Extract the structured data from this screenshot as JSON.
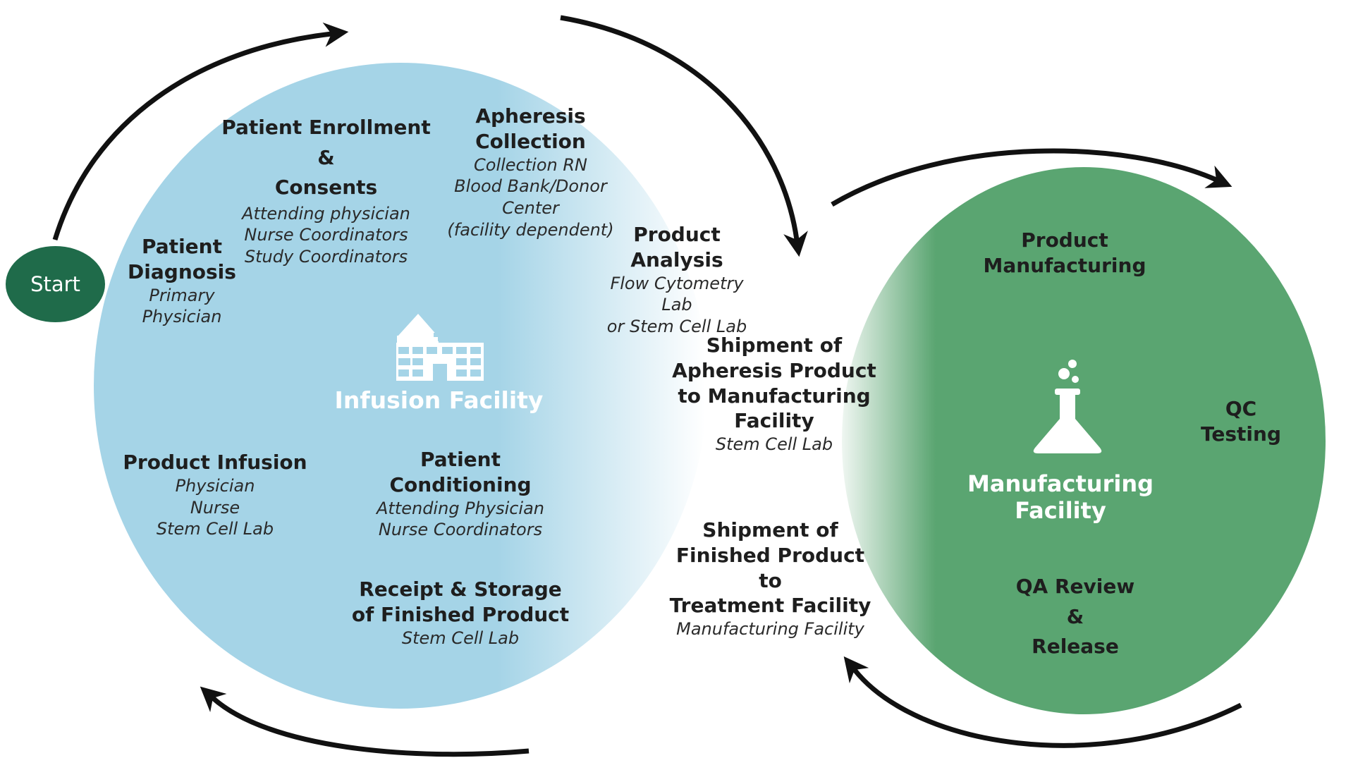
{
  "start": {
    "label": "Start"
  },
  "infusion_facility": {
    "name": "Infusion Facility",
    "icon": "hospital-icon",
    "color": "#a4d4e8",
    "steps": [
      {
        "title": "Patient\nDiagnosis",
        "roles": "Primary\nPhysician"
      },
      {
        "title": "Patient Enrollment\n&\nConsents",
        "roles": "Attending physician\nNurse Coordinators\nStudy Coordinators"
      },
      {
        "title": "Apheresis\nCollection",
        "roles": "Collection RN\nBlood Bank/Donor\nCenter\n(facility dependent)"
      },
      {
        "title": "Product\nAnalysis",
        "roles": "Flow Cytometry Lab\nor Stem Cell Lab"
      },
      {
        "title": "Product Infusion",
        "roles": "Physician\nNurse\nStem Cell Lab"
      },
      {
        "title": "Patient\nConditioning",
        "roles": "Attending Physician\nNurse Coordinators"
      },
      {
        "title": "Receipt & Storage\nof Finished Product",
        "roles": "Stem Cell Lab"
      }
    ]
  },
  "shipments": [
    {
      "title": "Shipment of\nApheresis Product\nto Manufacturing\nFacility",
      "roles": "Stem Cell Lab"
    },
    {
      "title": "Shipment of\nFinished Product to\nTreatment Facility",
      "roles": "Manufacturing Facility"
    }
  ],
  "manufacturing_facility": {
    "name": "Manufacturing Facility",
    "icon": "flask-icon",
    "color": "#5aa571",
    "steps": [
      {
        "title": "Product\nManufacturing"
      },
      {
        "title": "QC\nTesting"
      },
      {
        "title": "QA Review\n&\nRelease"
      }
    ]
  }
}
